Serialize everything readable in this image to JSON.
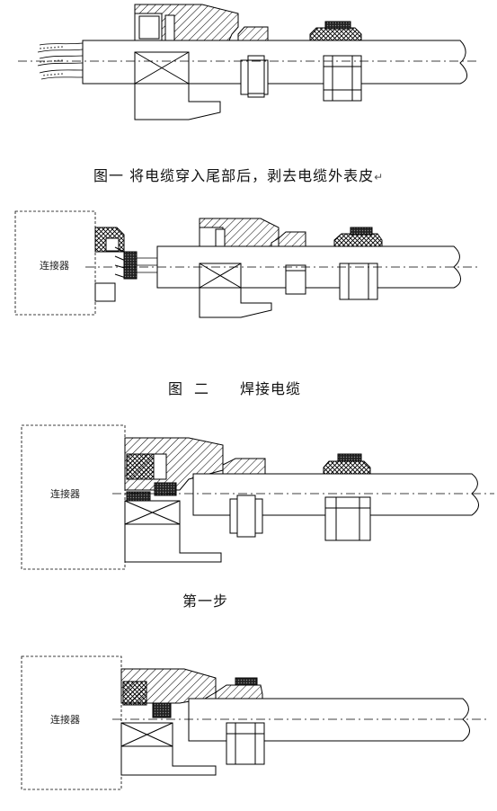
{
  "captions": {
    "fig1": "图一  将电缆穿入尾部后，剥去电缆外表皮",
    "fig1_mark": "↵",
    "fig2_a": "图",
    "fig2_b": "二",
    "fig2_c": "焊接电缆",
    "fig3": "第一步"
  },
  "box_label": "连接器"
}
